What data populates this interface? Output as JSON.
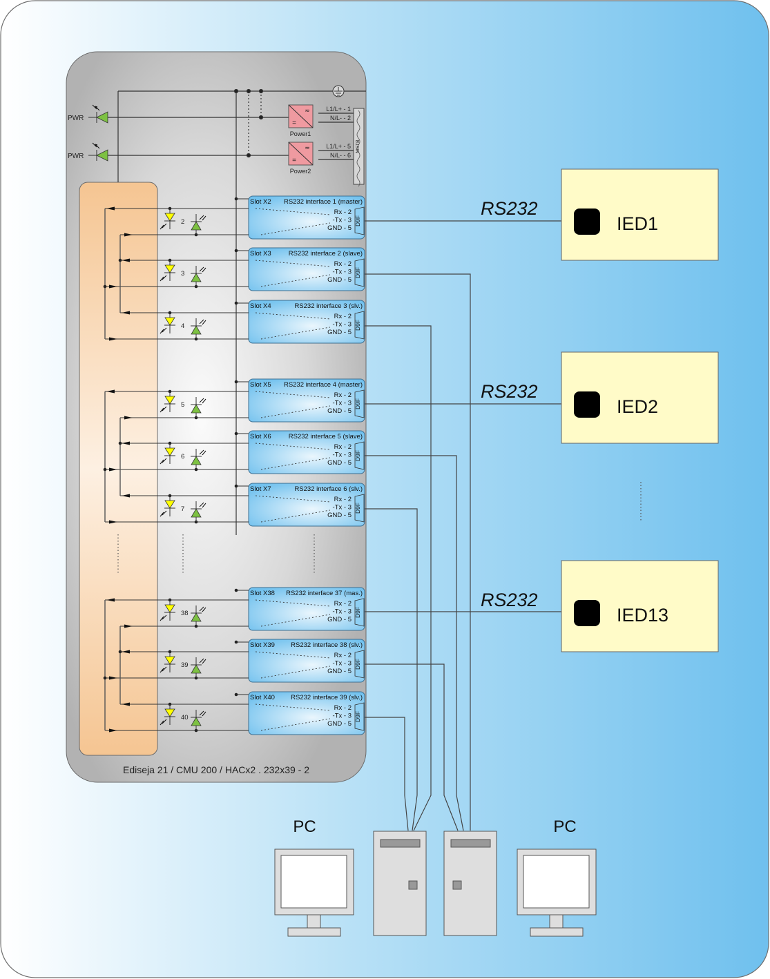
{
  "device": {
    "caption": "Ediseja 21 / CMU 200 / HACx2 . 232x39 - 2",
    "ground_symbol": "ground-icon",
    "power_supplies": [
      {
        "name": "Power1",
        "led_label": "PWR",
        "terminals": [
          "L1/L+ - 1",
          "N/L- - 2"
        ]
      },
      {
        "name": "Power2",
        "led_label": "PWR",
        "terminals": [
          "L1/L+ - 5",
          "N/L- - 6"
        ]
      }
    ],
    "terminal_block_label": "MSTB",
    "slots": [
      {
        "slot": "Slot X2",
        "title": "RS232 interface 1 (master)",
        "led": "2",
        "connector": "D9F",
        "pins": [
          "Rx - 2",
          "-Tx - 3",
          "GND - 5"
        ]
      },
      {
        "slot": "Slot X3",
        "title": "RS232 interface 2 (slave)",
        "led": "3",
        "connector": "D9F",
        "pins": [
          "Rx - 2",
          "-Tx - 3",
          "GND - 5"
        ]
      },
      {
        "slot": "Slot X4",
        "title": "RS232 interface 3 (slv.)",
        "led": "4",
        "connector": "D9F",
        "pins": [
          "Rx - 2",
          "-Tx - 3",
          "GND - 5"
        ]
      },
      {
        "slot": "Slot X5",
        "title": "RS232 interface 4 (master)",
        "led": "5",
        "connector": "D9F",
        "pins": [
          "Rx - 2",
          "-Tx - 3",
          "GND - 5"
        ]
      },
      {
        "slot": "Slot X6",
        "title": "RS232 interface 5 (slave)",
        "led": "6",
        "connector": "D9F",
        "pins": [
          "Rx - 2",
          "-Tx - 3",
          "GND - 5"
        ]
      },
      {
        "slot": "Slot X7",
        "title": "RS232 interface 6 (slv.)",
        "led": "7",
        "connector": "D9F",
        "pins": [
          "Rx - 2",
          "-Tx - 3",
          "GND - 5"
        ]
      },
      {
        "slot": "Slot X38",
        "title": "RS232 interface 37 (mas.)",
        "led": "38",
        "connector": "D9F",
        "pins": [
          "Rx - 2",
          "-Tx - 3",
          "GND - 5"
        ]
      },
      {
        "slot": "Slot X39",
        "title": "RS232 interface 38 (slv.)",
        "led": "39",
        "connector": "D9F",
        "pins": [
          "Rx - 2",
          "-Tx - 3",
          "GND - 5"
        ]
      },
      {
        "slot": "Slot X40",
        "title": "RS232 interface 39 (slv.)",
        "led": "40",
        "connector": "D9F",
        "pins": [
          "Rx - 2",
          "-Tx - 3",
          "GND - 5"
        ]
      }
    ]
  },
  "ieds": [
    {
      "name": "IED1",
      "link_label": "RS232",
      "from_slot": "Slot X2"
    },
    {
      "name": "IED2",
      "link_label": "RS232",
      "from_slot": "Slot X5"
    },
    {
      "name": "IED13",
      "link_label": "RS232",
      "from_slot": "Slot X38"
    }
  ],
  "pcs": [
    {
      "label": "PC",
      "connected_slots": [
        "Slot X4",
        "Slot X7",
        "Slot X40"
      ]
    },
    {
      "label": "PC",
      "connected_slots": [
        "Slot X3",
        "Slot X6",
        "Slot X39"
      ]
    }
  ],
  "colors": {
    "background_left": "#ffffff",
    "background_right": "#6fc0ee",
    "device_body": "#b4b4b4",
    "bus_panel": "#f6c796",
    "slot_box": "#7fc8f0",
    "power_box": "#ef9aa0",
    "ied_box": "#fffbc8",
    "led_yellow": "#ffff00",
    "led_green": "#7dc142",
    "pc_body": "#dedede"
  }
}
